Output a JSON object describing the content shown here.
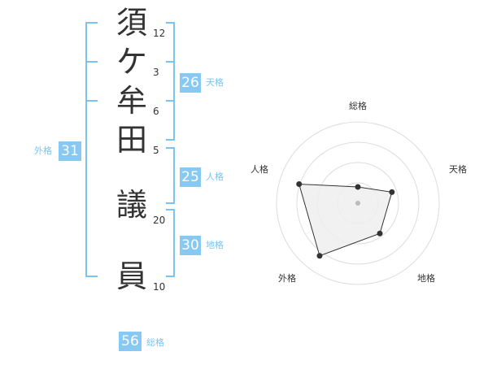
{
  "name_chars": [
    {
      "char": "須",
      "strokes": "12"
    },
    {
      "char": "ケ",
      "strokes": "3"
    },
    {
      "char": "牟",
      "strokes": "6"
    },
    {
      "char": "田",
      "strokes": "5"
    },
    {
      "char": "議",
      "strokes": "20"
    },
    {
      "char": "員",
      "strokes": "10"
    }
  ],
  "fortunes": {
    "tenkaku": {
      "value": "26",
      "label": "天格"
    },
    "jinkaku": {
      "value": "25",
      "label": "人格"
    },
    "chikaku": {
      "value": "30",
      "label": "地格"
    },
    "gaikaku": {
      "value": "31",
      "label": "外格"
    },
    "soukaku": {
      "value": "56",
      "label": "総格"
    }
  },
  "radar": {
    "axes": [
      "総格",
      "天格",
      "地格",
      "外格",
      "人格"
    ],
    "levels": 4,
    "values": [
      1.0,
      2.2,
      2.3,
      4.0,
      3.8
    ],
    "max": 5,
    "colors": {
      "grid": "#dddddd",
      "fill": "#eeeeee",
      "line": "#333333",
      "center": "#bbbbbb"
    }
  },
  "colors": {
    "accent": "#87c9f2",
    "accent_text": "#7bc4ee",
    "text": "#333333"
  }
}
